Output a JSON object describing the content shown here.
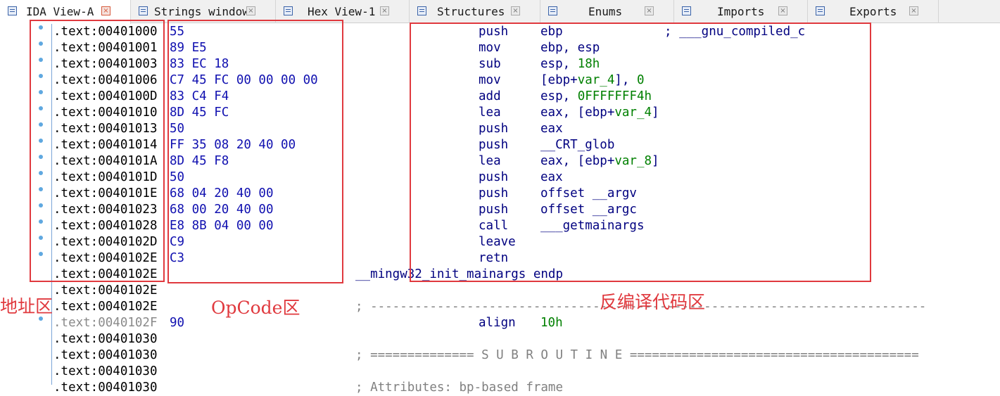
{
  "tabs": [
    {
      "label": "IDA View-A",
      "active": true
    },
    {
      "label": "Strings window",
      "active": false
    },
    {
      "label": "Hex View-1",
      "active": false
    },
    {
      "label": "Structures",
      "active": false
    },
    {
      "label": "Enums",
      "active": false
    },
    {
      "label": "Imports",
      "active": false
    },
    {
      "label": "Exports",
      "active": false
    }
  ],
  "lines": [
    {
      "addr": ".text:00401000",
      "opcode": "55",
      "mnemonic": "push",
      "operand": "ebp",
      "comment": "; ___gnu_compiled_c"
    },
    {
      "addr": ".text:00401001",
      "opcode": "89 E5",
      "mnemonic": "mov",
      "operand": "ebp, esp"
    },
    {
      "addr": ".text:00401003",
      "opcode": "83 EC 18",
      "mnemonic": "sub",
      "operand": "esp, ",
      "num": "18h"
    },
    {
      "addr": ".text:00401006",
      "opcode": "C7 45 FC 00 00 00 00",
      "mnemonic": "mov",
      "operand": "[ebp+",
      "var": "var_4",
      "operand_tail": "], ",
      "num": "0"
    },
    {
      "addr": ".text:0040100D",
      "opcode": "83 C4 F4",
      "mnemonic": "add",
      "operand": "esp, ",
      "num": "0FFFFFFF4h"
    },
    {
      "addr": ".text:00401010",
      "opcode": "8D 45 FC",
      "mnemonic": "lea",
      "operand": "eax, [ebp+",
      "var": "var_4",
      "operand_tail": "]"
    },
    {
      "addr": ".text:00401013",
      "opcode": "50",
      "mnemonic": "push",
      "operand": "eax"
    },
    {
      "addr": ".text:00401014",
      "opcode": "FF 35 08 20 40 00",
      "mnemonic": "push",
      "operand": "__CRT_glob"
    },
    {
      "addr": ".text:0040101A",
      "opcode": "8D 45 F8",
      "mnemonic": "lea",
      "operand": "eax, [ebp+",
      "var": "var_8",
      "operand_tail": "]"
    },
    {
      "addr": ".text:0040101D",
      "opcode": "50",
      "mnemonic": "push",
      "operand": "eax"
    },
    {
      "addr": ".text:0040101E",
      "opcode": "68 04 20 40 00",
      "mnemonic": "push",
      "operand": "offset __argv"
    },
    {
      "addr": ".text:00401023",
      "opcode": "68 00 20 40 00",
      "mnemonic": "push",
      "operand": "offset __argc"
    },
    {
      "addr": ".text:00401028",
      "opcode": "E8 8B 04 00 00",
      "mnemonic": "call",
      "operand": "___getmainargs"
    },
    {
      "addr": ".text:0040102D",
      "opcode": "C9",
      "mnemonic": "leave",
      "operand": ""
    },
    {
      "addr": ".text:0040102E",
      "opcode": "C3",
      "mnemonic": "retn",
      "operand": ""
    },
    {
      "addr": ".text:0040102E",
      "full": "__mingw32_init_mainargs endp"
    },
    {
      "addr": ".text:0040102E"
    },
    {
      "addr": ".text:0040102E",
      "separator": "; ---------------------------------------------------------------------------"
    },
    {
      "addr": ".text:0040102F",
      "grey": true,
      "opcode": "90",
      "mnemonic": "align",
      "operand": "",
      "num": "10h"
    },
    {
      "addr": ".text:00401030"
    },
    {
      "addr": ".text:00401030",
      "separator": "; ============== S U B R O U T I N E ======================================="
    },
    {
      "addr": ".text:00401030"
    },
    {
      "addr": ".text:00401030",
      "separator": "; Attributes: bp-based frame"
    }
  ],
  "annotations": {
    "address_label": "地址区",
    "opcode_label": "OpCode区",
    "disasm_label": "反编译代码区",
    "color": "#e0393e"
  }
}
